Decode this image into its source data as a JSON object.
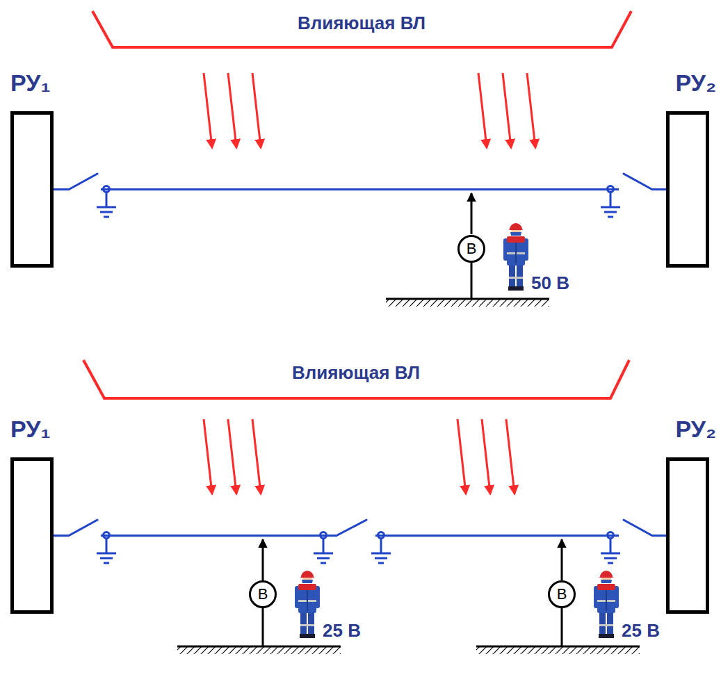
{
  "diagram": {
    "nodes": [
      {
        "text": [
          "РУ₁"
        ]
      },
      {
        "text": [
          "РУ₂"
        ]
      },
      {
        "text": [
          "В"
        ]
      },
      {
        "text": [
          "РУ₁"
        ]
      },
      {
        "text": [
          "В"
        ]
      },
      {
        "text": [
          "В"
        ]
      },
      {
        "text": [
          "РУ₂"
        ]
      }
    ],
    "edges": [
      {
        "from": 0,
        "to": 1,
        "arrow": "none"
      },
      {
        "from": 3,
        "to": 6,
        "arrow": "none"
      }
    ],
    "labels": [
      "Влияющая ВЛ",
      "50 В",
      "Влияющая ВЛ",
      "25 В",
      "25 В"
    ]
  }
}
